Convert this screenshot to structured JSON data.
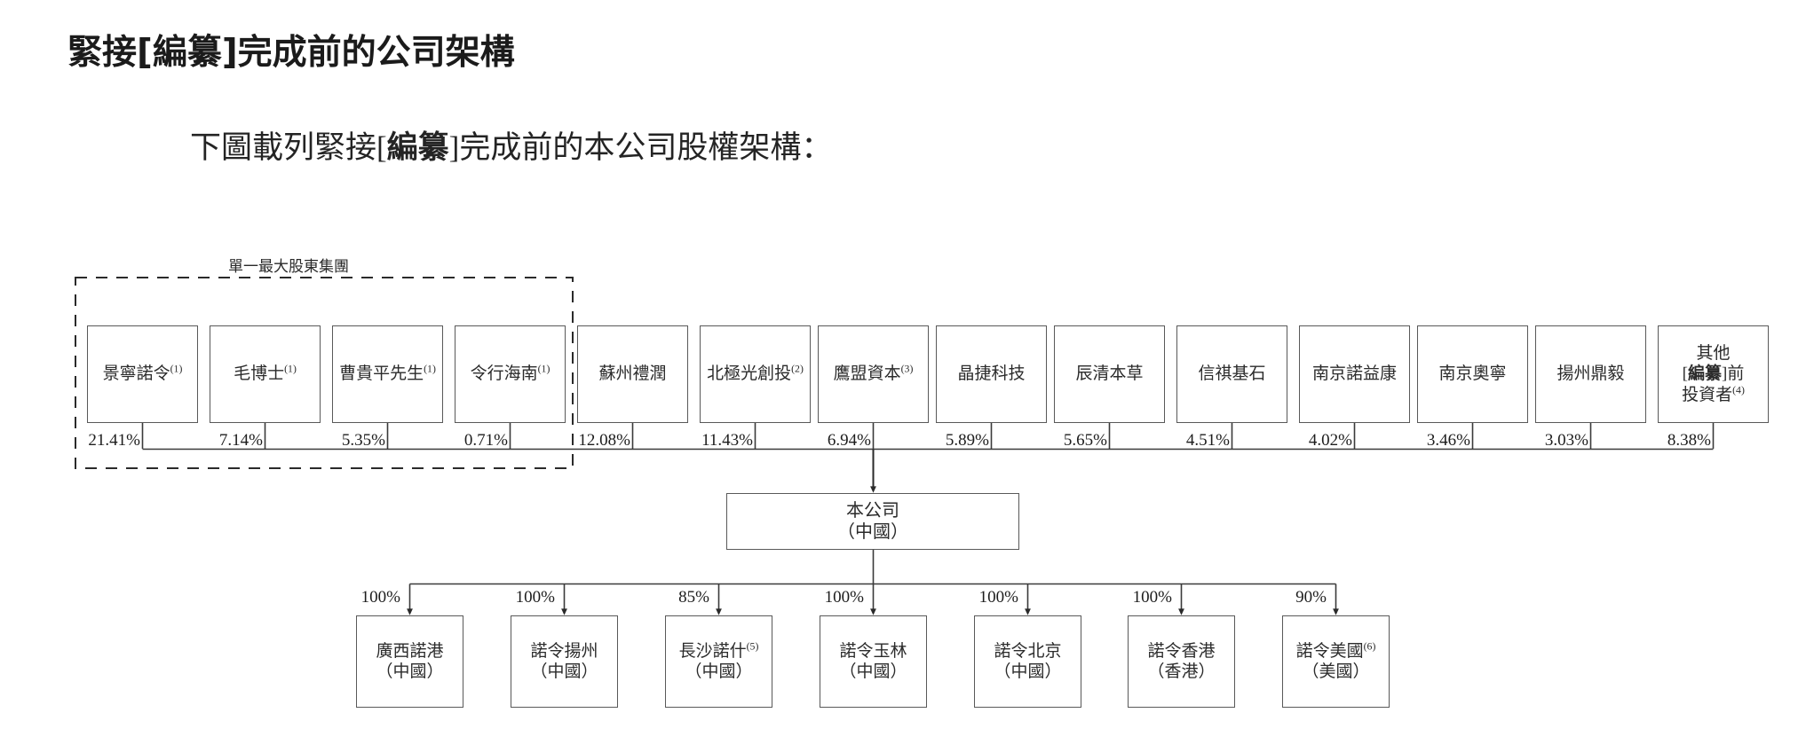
{
  "document": {
    "heading": "緊接[編纂]完成前的公司架構",
    "intro_prefix": "下圖載列緊接[",
    "intro_bold": "編纂",
    "intro_suffix": "]完成前的本公司股權架構：",
    "group_label": "單一最大股東集團"
  },
  "chart_data": {
    "type": "diagram",
    "title": "緊接[編纂]完成前的公司架構",
    "company": {
      "name": "本公司",
      "jurisdiction": "（中國）"
    },
    "shareholders": [
      {
        "name": "景寧諾令",
        "note": "(1)",
        "pct": "21.41%",
        "in_group": true
      },
      {
        "name": "毛博士",
        "note": "(1)",
        "pct": "7.14%",
        "in_group": true
      },
      {
        "name": "曹貴平先生",
        "note": "(1)",
        "pct": "5.35%",
        "in_group": true
      },
      {
        "name": "令行海南",
        "note": "(1)",
        "pct": "0.71%",
        "in_group": true
      },
      {
        "name": "蘇州禮潤",
        "note": "",
        "pct": "12.08%",
        "in_group": false
      },
      {
        "name": "北極光創投",
        "note": "(2)",
        "pct": "11.43%",
        "in_group": false
      },
      {
        "name": "鷹盟資本",
        "note": "(3)",
        "pct": "6.94%",
        "in_group": false
      },
      {
        "name": "晶捷科技",
        "note": "",
        "pct": "5.89%",
        "in_group": false
      },
      {
        "name": "辰清本草",
        "note": "",
        "pct": "5.65%",
        "in_group": false
      },
      {
        "name": "信祺基石",
        "note": "",
        "pct": "4.51%",
        "in_group": false
      },
      {
        "name": "南京諾益康",
        "note": "",
        "pct": "4.02%",
        "in_group": false
      },
      {
        "name": "南京奧寧",
        "note": "",
        "pct": "3.46%",
        "in_group": false
      },
      {
        "name": "揚州鼎毅",
        "note": "",
        "pct": "3.03%",
        "in_group": false
      },
      {
        "name": "其他[編纂]前投資者",
        "note": "(4)",
        "pct": "8.38%",
        "in_group": false
      }
    ],
    "subsidiaries": [
      {
        "name": "廣西諾港",
        "note": "",
        "jurisdiction": "（中國）",
        "pct": "100%"
      },
      {
        "name": "諾令揚州",
        "note": "",
        "jurisdiction": "（中國）",
        "pct": "100%"
      },
      {
        "name": "長沙諾什",
        "note": "(5)",
        "jurisdiction": "（中國）",
        "pct": "85%"
      },
      {
        "name": "諾令玉林",
        "note": "",
        "jurisdiction": "（中國）",
        "pct": "100%"
      },
      {
        "name": "諾令北京",
        "note": "",
        "jurisdiction": "（中國）",
        "pct": "100%"
      },
      {
        "name": "諾令香港",
        "note": "",
        "jurisdiction": "（香港）",
        "pct": "100%"
      },
      {
        "name": "諾令美國",
        "note": "(6)",
        "jurisdiction": "（美國）",
        "pct": "90%"
      }
    ]
  },
  "shareholder_labels": {
    "s0_name": "景寧諾令",
    "s0_note": "(1)",
    "s0_pct": "21.41%",
    "s1_name": "毛博士",
    "s1_note": "(1)",
    "s1_pct": "7.14%",
    "s2_name": "曹貴平先生",
    "s2_note": "(1)",
    "s2_pct": "5.35%",
    "s3_name": "令行海南",
    "s3_note": "(1)",
    "s3_pct": "0.71%",
    "s4_name": "蘇州禮潤",
    "s4_note": "",
    "s4_pct": "12.08%",
    "s5_name": "北極光創投",
    "s5_note": "(2)",
    "s5_pct": "11.43%",
    "s6_name": "鷹盟資本",
    "s6_note": "(3)",
    "s6_pct": "6.94%",
    "s7_name": "晶捷科技",
    "s7_note": "",
    "s7_pct": "5.89%",
    "s8_name": "辰清本草",
    "s8_note": "",
    "s8_pct": "5.65%",
    "s9_name": "信祺基石",
    "s9_note": "",
    "s9_pct": "4.51%",
    "s10_name": "南京諾益康",
    "s10_note": "",
    "s10_pct": "4.02%",
    "s11_name": "南京奧寧",
    "s11_note": "",
    "s11_pct": "3.46%",
    "s12_name": "揚州鼎毅",
    "s12_note": "",
    "s12_pct": "3.03%",
    "s13_line1": "其他",
    "s13_line2_pre": "[",
    "s13_line2_bold": "編纂",
    "s13_line2_post": "]前",
    "s13_line3": "投資者",
    "s13_note": "(4)",
    "s13_pct": "8.38%"
  },
  "subsidiary_labels": {
    "b0_name": "廣西諾港",
    "b0_note": "",
    "b0_jur": "（中國）",
    "b0_pct": "100%",
    "b1_name": "諾令揚州",
    "b1_note": "",
    "b1_jur": "（中國）",
    "b1_pct": "100%",
    "b2_name": "長沙諾什",
    "b2_note": "(5)",
    "b2_jur": "（中國）",
    "b2_pct": "85%",
    "b3_name": "諾令玉林",
    "b3_note": "",
    "b3_jur": "（中國）",
    "b3_pct": "100%",
    "b4_name": "諾令北京",
    "b4_note": "",
    "b4_jur": "（中國）",
    "b4_pct": "100%",
    "b5_name": "諾令香港",
    "b5_note": "",
    "b5_jur": "（香港）",
    "b5_pct": "100%",
    "b6_name": "諾令美國",
    "b6_note": "(6)",
    "b6_jur": "（美國）",
    "b6_pct": "90%"
  },
  "company_labels": {
    "name": "本公司",
    "jurisdiction": "（中國）"
  },
  "colors": {
    "box_border": "#595959",
    "text": "#2b2b2b",
    "line": "#333333",
    "background": "#ffffff"
  }
}
